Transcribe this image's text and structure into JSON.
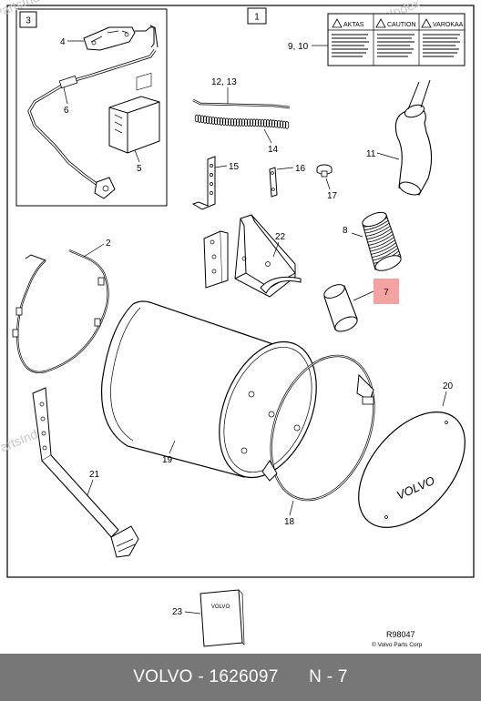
{
  "callouts": {
    "c1": "1",
    "c2": "2",
    "c3": "3",
    "c4": "4",
    "c5": "5",
    "c6": "6",
    "c7": "7",
    "c8": "8",
    "c9_10": "9, 10",
    "c11": "11",
    "c12_13": "12, 13",
    "c14": "14",
    "c15": "15",
    "c16": "16",
    "c17": "17",
    "c18": "18",
    "c19": "19",
    "c20": "20",
    "c21": "21",
    "c22": "22",
    "c23": "23"
  },
  "label": {
    "col1": "AKTAS",
    "col2": "CAUTION",
    "col3": "VAROKAA"
  },
  "brand": {
    "cover": "VOLVO",
    "book": "VOLVO"
  },
  "ref": {
    "code": "R98047",
    "copyright": "© Volvo Parts Corp"
  },
  "watermark": {
    "text": "PartsIndex"
  },
  "footer": {
    "brand": "VOLVO",
    "part": "1626097",
    "position": "N - 7"
  },
  "colors": {
    "highlight": "#f4a3a3",
    "footer_bg": "#777777"
  }
}
